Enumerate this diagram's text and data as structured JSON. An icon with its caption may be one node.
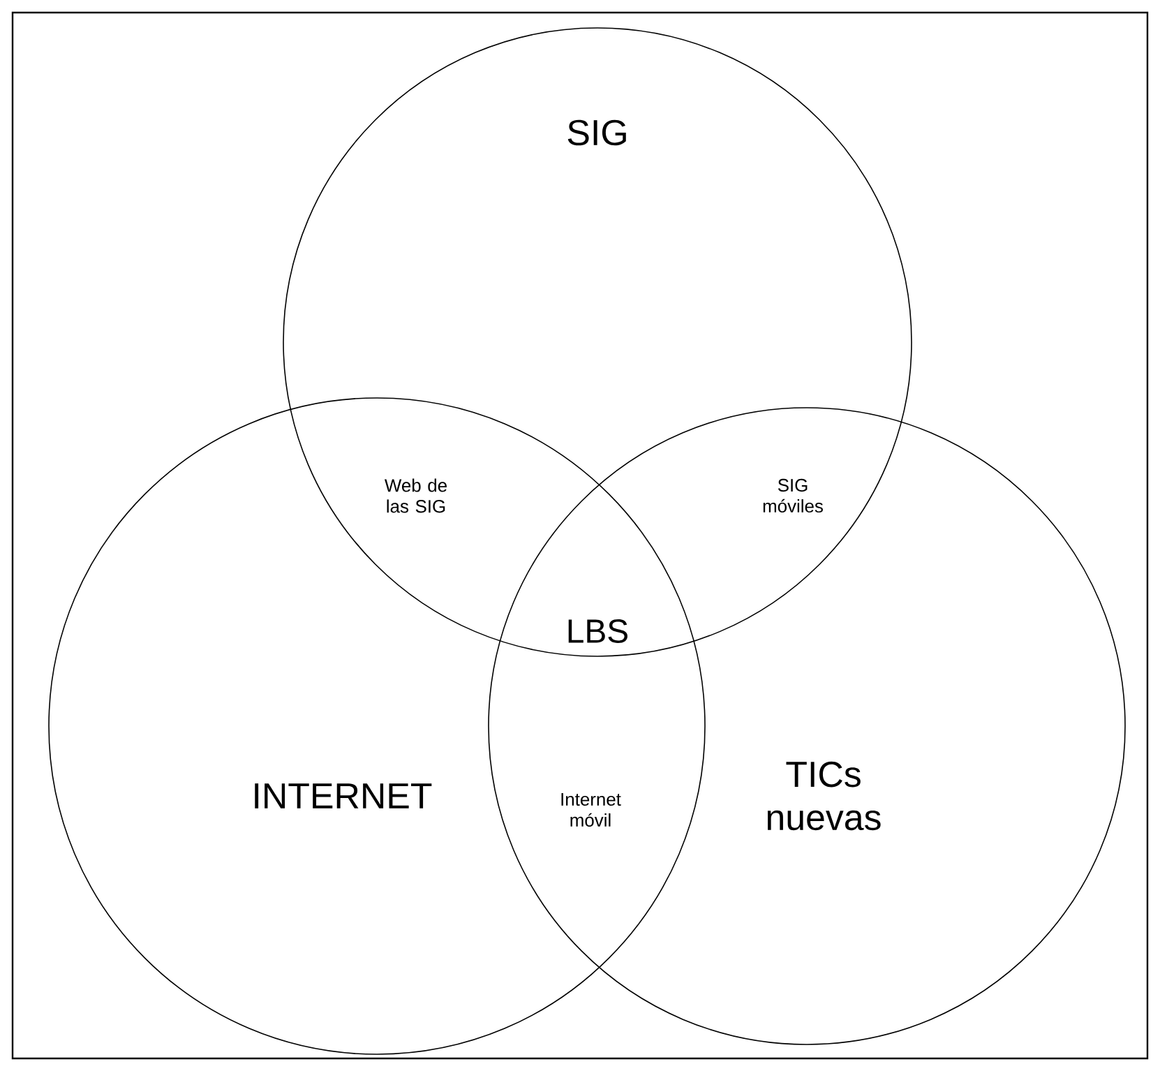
{
  "diagram": {
    "nodes": [
      {
        "text": [
          "SIG"
        ]
      },
      {
        "text": [
          "INTERNET"
        ]
      },
      {
        "text": [
          "TICs nuevas"
        ]
      }
    ],
    "labels": [
      "Web de las SIG",
      "SIG móviles",
      "LBS",
      "Internet móvil"
    ]
  }
}
